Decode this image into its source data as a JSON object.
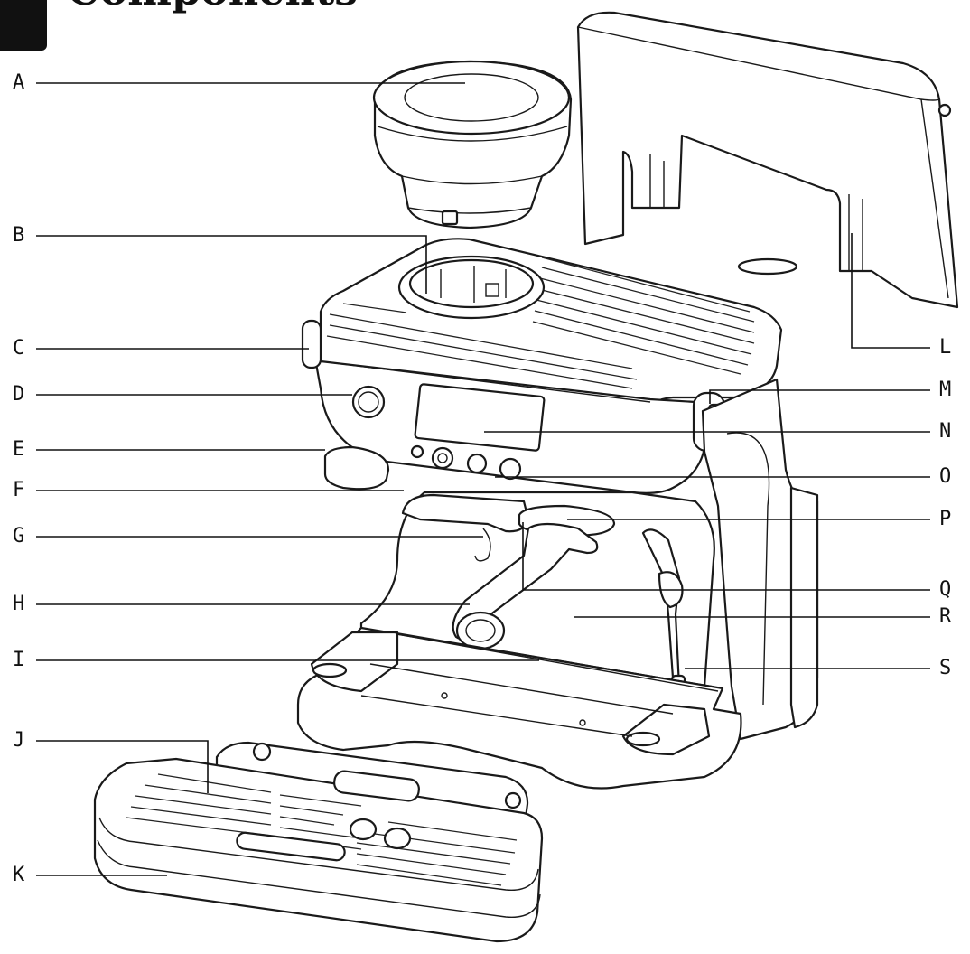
{
  "header": {
    "title": "Components"
  },
  "labels": [
    {
      "id": "A",
      "text": "A"
    },
    {
      "id": "B",
      "text": "B"
    },
    {
      "id": "C",
      "text": "C"
    },
    {
      "id": "D",
      "text": "D"
    },
    {
      "id": "E",
      "text": "E"
    },
    {
      "id": "F",
      "text": "F"
    },
    {
      "id": "G",
      "text": "G"
    },
    {
      "id": "H",
      "text": "H"
    },
    {
      "id": "I",
      "text": "I"
    },
    {
      "id": "J",
      "text": "J"
    },
    {
      "id": "K",
      "text": "K"
    },
    {
      "id": "L",
      "text": "L"
    },
    {
      "id": "M",
      "text": "M"
    },
    {
      "id": "N",
      "text": "N"
    },
    {
      "id": "O",
      "text": "O"
    },
    {
      "id": "P",
      "text": "P"
    },
    {
      "id": "Q",
      "text": "Q"
    },
    {
      "id": "R",
      "text": "R"
    },
    {
      "id": "S",
      "text": "S"
    }
  ],
  "illustration": {
    "icon": "espresso-machine-exploded-diagram"
  }
}
